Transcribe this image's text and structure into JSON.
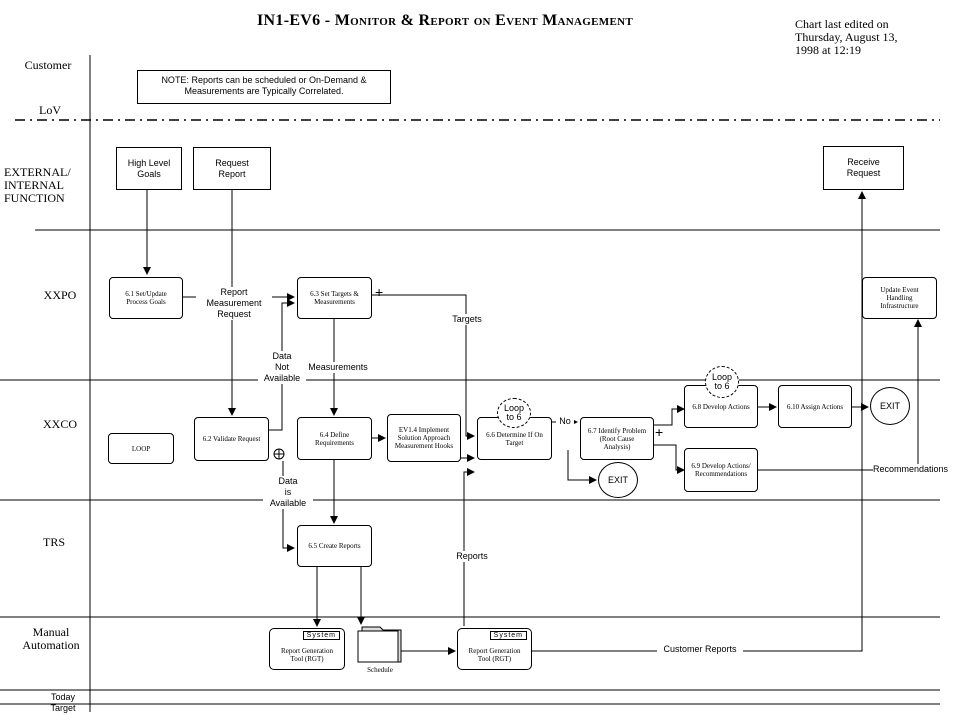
{
  "header": {
    "title": "IN1-EV6 - Monitor & Report on Event Management",
    "edited": [
      "Chart last edited on",
      "Thursday, August 13,",
      "1998 at 12:19"
    ]
  },
  "note": [
    "NOTE: Reports can be scheduled or On-Demand &",
    "Measurements are Typically Correlated."
  ],
  "lanes": {
    "customer": "Customer",
    "lov": "LoV",
    "ext": [
      "EXTERNAL/",
      "INTERNAL",
      "FUNCTION"
    ],
    "xxpo": "XXPO",
    "xxco": "XXCO",
    "trs": "TRS",
    "manual": [
      "Manual",
      "Automation"
    ],
    "today": "Today",
    "target": "Target"
  },
  "external": {
    "goals": [
      "High Level",
      "Goals"
    ],
    "request": [
      "Request",
      "Report"
    ],
    "receive": [
      "Receive",
      "Request"
    ]
  },
  "processes": {
    "p61": [
      "6.1 Set/Update",
      "Process Goals"
    ],
    "p63": [
      "6.3 Set Targets &",
      "Measurements"
    ],
    "update": [
      "Update Event",
      "Handling",
      "Infrastructure"
    ],
    "loop": "LOOP",
    "p62": "6.2 Validate Request",
    "p64": [
      "6.4 Define",
      "Requirements"
    ],
    "ev14": [
      "EV1.4 Implement",
      "Solution Approach",
      "Measurement Hooks"
    ],
    "p66": [
      "6.6 Determine If On",
      "Target"
    ],
    "p67": [
      "6.7 Identify Problem",
      "(Root Cause",
      "Analysis)"
    ],
    "p68": "6.8 Develop Actions",
    "p69": [
      "6.9 Develop Actions/",
      "Recommendations"
    ],
    "p610": "6.10 Assign Actions",
    "p65": "6.5 Create Reports"
  },
  "tools": {
    "system_tag": "System",
    "rgt_left": [
      "Report Generation",
      "Tool (RGT)"
    ],
    "rgt_right": [
      "Report Generation",
      "Tool (RGT)"
    ],
    "schedule": "Schedule"
  },
  "flow_labels": {
    "report_meas": [
      "Report",
      "Measurement",
      "Request"
    ],
    "targets": "Targets",
    "data_not": [
      "Data",
      "Not",
      "Available"
    ],
    "measurements": "Measurements",
    "data_is": [
      "Data",
      "is",
      "Available"
    ],
    "no": "No",
    "loop6a": [
      "Loop",
      "to 6"
    ],
    "loop6b": [
      "Loop",
      "to 6"
    ],
    "exit1": "EXIT",
    "exit2": "EXIT",
    "recommendations": "Recommendations",
    "reports": "Reports",
    "customer_reports": "Customer Reports"
  }
}
